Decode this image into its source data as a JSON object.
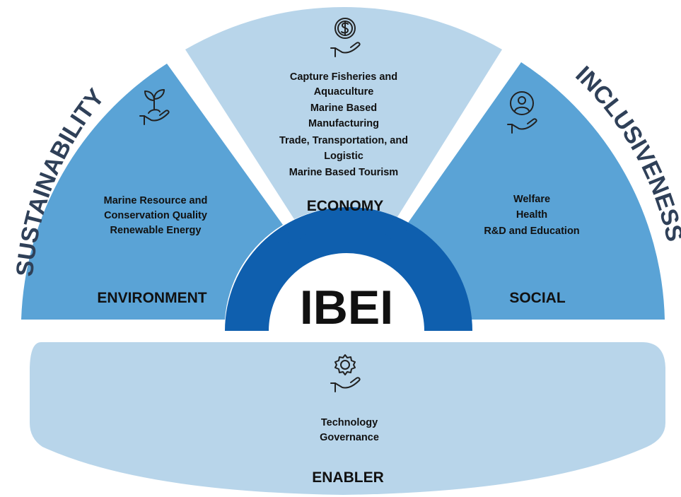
{
  "title": "IBEI",
  "arc_labels": {
    "left": "SUSTAINABILITY",
    "right": "INCLUSIVENESS"
  },
  "sections": {
    "environment": {
      "heading": "ENVIRONMENT",
      "icon": "plant-in-hand-icon",
      "items": [
        "Marine Resource and",
        "Conservation Quality",
        "Renewable Energy"
      ]
    },
    "economy": {
      "heading": "ECONOMY",
      "icon": "dollar-coin-in-hand-icon",
      "items": [
        "Capture Fisheries and",
        "Aquaculture",
        "Marine Based",
        "Manufacturing",
        "Trade, Transportation, and",
        "Logistic",
        "Marine Based Tourism"
      ]
    },
    "social": {
      "heading": "SOCIAL",
      "icon": "person-in-hand-icon",
      "items": [
        "Welfare",
        "Health",
        "R&D and Education"
      ]
    },
    "enabler": {
      "heading": "ENABLER",
      "icon": "gear-in-hand-icon",
      "items": [
        "Technology",
        "Governance"
      ]
    }
  },
  "colors": {
    "side_sector": "#5aa3d6",
    "middle_sector": "#b8d5ea",
    "enabler": "#b8d5ea",
    "core_ring": "#0f5fae",
    "arc_text": "#2f4058"
  }
}
